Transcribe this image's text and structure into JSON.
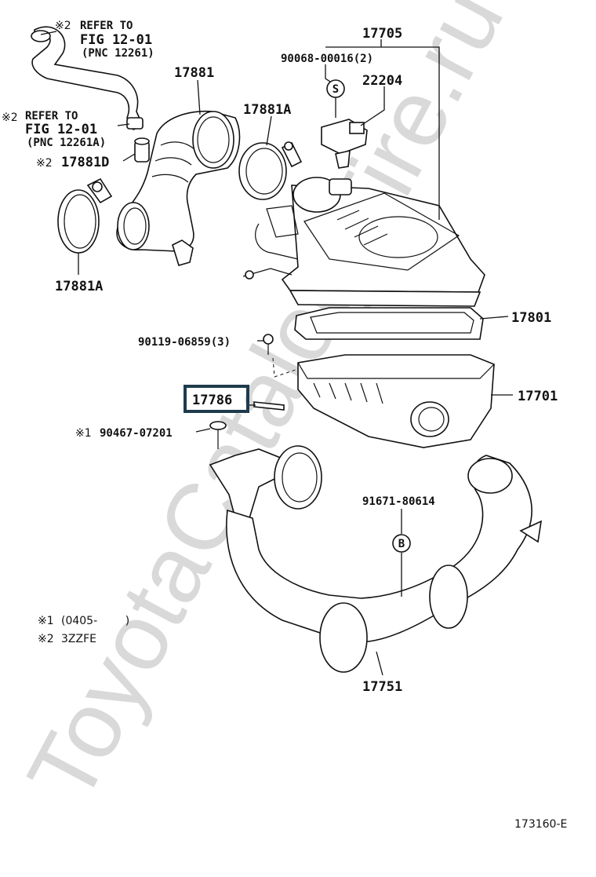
{
  "diagram": {
    "watermark": "ToyotaCatalog-Tire.ru",
    "figure_code": "173160-E",
    "highlight_color": "#1f3b4d",
    "labels": {
      "p17705": "17705",
      "p90068": "90068-00016(2)",
      "p22204": "22204",
      "p17881": "17881",
      "p17881A_top": "17881A",
      "p17881A_left": "17881A",
      "p17881D": "17881D",
      "p17801": "17801",
      "p17701": "17701",
      "p17786": "17786",
      "p90119": "90119-06859(3)",
      "p90467": "90467-07201",
      "p91671": "91671-80614",
      "p17751": "17751"
    },
    "marks": {
      "ref1": "※2",
      "ref2": "※2",
      "ref3": "※2",
      "ref4": "※1"
    },
    "refer1": {
      "l1": "REFER TO",
      "l2": "FIG 12-01",
      "l3": "(PNC 12261)"
    },
    "refer2": {
      "l1": "REFER TO",
      "l2": "FIG 12-01",
      "l3": "(PNC 12261A)"
    },
    "callouts": {
      "s": "S",
      "b": "B"
    },
    "notes": [
      {
        "mark": "※1",
        "text": "(0405-        )"
      },
      {
        "mark": "※2",
        "text": "3ZZFE"
      }
    ]
  }
}
